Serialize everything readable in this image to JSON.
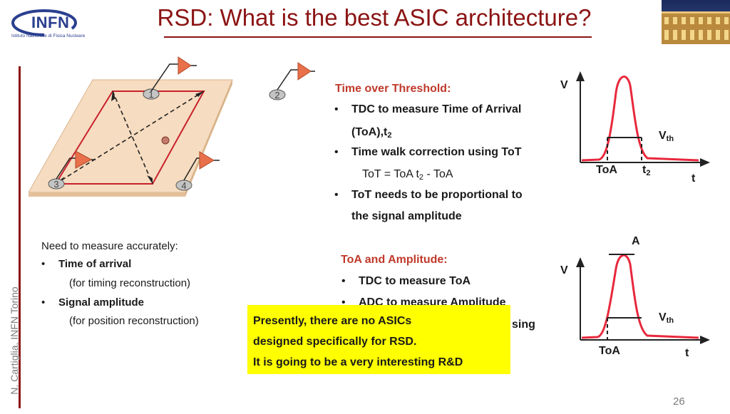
{
  "header": {
    "title": "RSD: What is the best ASIC architecture?",
    "logo_main": "INFN",
    "logo_sub": "Istituto Nazionale di Fisica Nucleare"
  },
  "side_credit": "N. Cartiglia, INFN Torino",
  "sensor": {
    "pad_labels": [
      "1",
      "2",
      "3",
      "4"
    ]
  },
  "tot_section": {
    "heading": "Time over Threshold:",
    "bullet1_line1": "TDC to measure Time of Arrival",
    "bullet1_line2": "(ToA),t",
    "bullet1_line2_sub": "2",
    "bullet2": "Time walk correction using ToT",
    "formula_a": "ToT = ToA t",
    "formula_sub": "2",
    "formula_b": " - ToA",
    "bullet3_line1": "ToT needs to be proportional to",
    "bullet3_line2": "the signal amplitude"
  },
  "measure_section": {
    "intro": "Need to measure accurately:",
    "item1": "Time of arrival",
    "item1_note": "(for timing reconstruction)",
    "item2": "Signal amplitude",
    "item2_note": "(for position reconstruction)"
  },
  "amp_section": {
    "heading": "ToA and Amplitude:",
    "bullet1": "TDC to measure ToA",
    "bullet2": "ADC to measure Amplitude",
    "bullet3_tail": "sing"
  },
  "plot1": {
    "y_label": "V",
    "x_label": "t",
    "threshold_label": "V",
    "threshold_sub": "th",
    "toa_label": "ToA",
    "t2_label": "t",
    "t2_sub": "2"
  },
  "plot2": {
    "y_label": "V",
    "x_label": "t",
    "threshold_label": "V",
    "threshold_sub": "th",
    "toa_label": "ToA",
    "peak_label": "A"
  },
  "note": {
    "line1": "Presently, there are no ASICs",
    "line2": "designed specifically for RSD.",
    "line3": "It is going to be a very interesting R&D"
  },
  "page_number": "26",
  "colors": {
    "title": "#8b1313",
    "heading": "#c0392b",
    "pulse": "#e8283c",
    "highlight": "#ffff00",
    "amplifier": "#e8704a"
  }
}
